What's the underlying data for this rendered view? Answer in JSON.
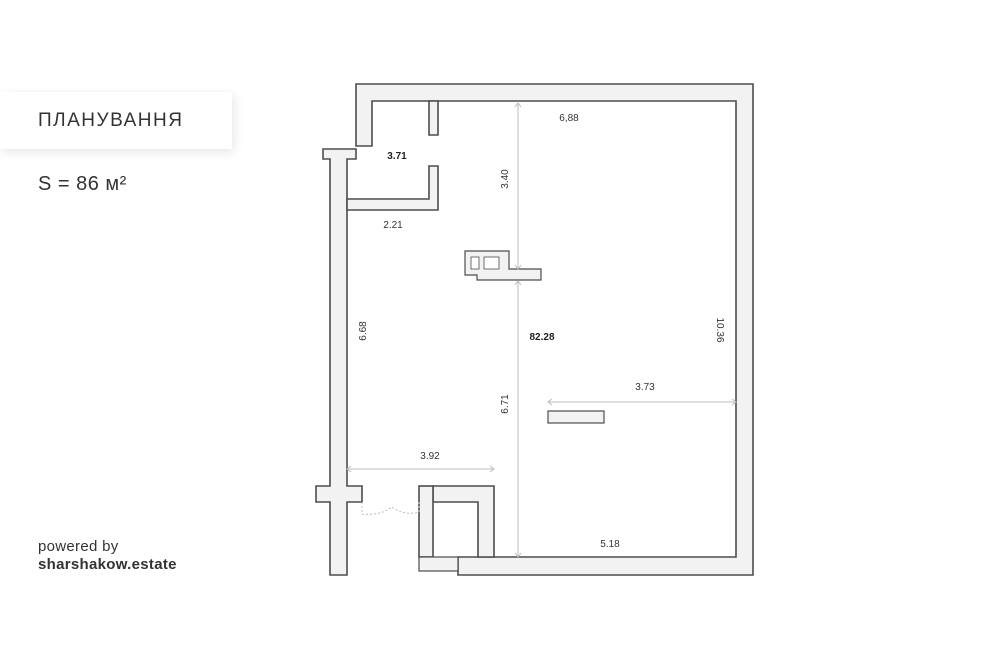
{
  "header": {
    "title": "ПЛАНУВАННЯ",
    "area": "S = 86 м²"
  },
  "credit": {
    "line1": "powered by",
    "line2": "sharshakow.estate"
  },
  "plan": {
    "room_areas": {
      "storage": "3.71",
      "main": "82.28"
    },
    "dimensions": {
      "top_width": "6,88",
      "storage_height": "3.40",
      "storage_width": "2.21",
      "left_height": "6.68",
      "right_height": "10.36",
      "middle_height": "6.71",
      "inner_width": "3.73",
      "lower_width": "3.92",
      "bottom_width": "5.18"
    }
  }
}
